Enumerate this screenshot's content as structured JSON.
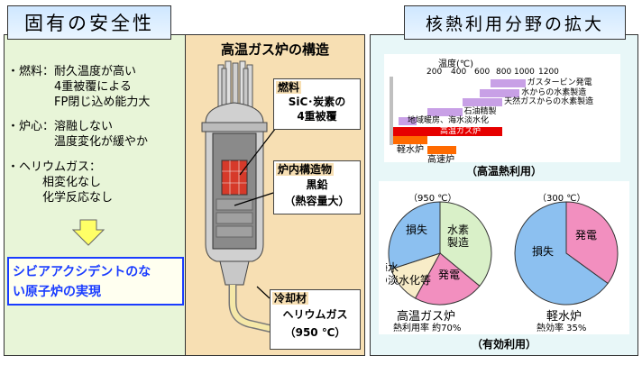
{
  "left": {
    "title": "固有の安全性",
    "bullets": [
      {
        "dot": "・",
        "lines": [
          "燃料：耐久温度が高い",
          "　　　4重被覆による",
          "　　　FP閉じ込め能力大"
        ]
      },
      {
        "dot": "・",
        "lines": [
          "炉心：溶融しない",
          "　　　温度変化が緩やか"
        ]
      },
      {
        "dot": "・",
        "lines": [
          "ヘリウムガス：",
          "　　相変化なし",
          "　　化学反応なし"
        ]
      }
    ],
    "conclusion": [
      "シビアアクシデントのな",
      "い原子炉の実現"
    ]
  },
  "middle": {
    "title": "高温ガス炉の構造",
    "fuel": {
      "caption": "燃料",
      "lines": [
        "SiC･炭素の",
        "4重被覆"
      ]
    },
    "internals": {
      "caption": "炉内構造物",
      "lines": [
        "黒鉛",
        "（熱容量大）"
      ]
    },
    "coolant": {
      "caption": "冷却材",
      "lines": [
        "ヘリウムガス",
        "（950 ℃）"
      ]
    }
  },
  "right": {
    "title": "核熱利用分野の拡大",
    "temp_axis": {
      "label": "温度(℃)",
      "ticks": [
        "200",
        "400",
        "600",
        "800",
        "1000",
        "1200"
      ]
    },
    "usage_bars": [
      {
        "label": "ガスタービン発電",
        "start": 850,
        "end": 1150,
        "color": "#c8a0e6"
      },
      {
        "label": "水からの水素製造",
        "start": 750,
        "end": 1100,
        "color": "#c8a0e6"
      },
      {
        "label": "天然ガスからの水素製造",
        "start": 600,
        "end": 950,
        "color": "#c8a0e6"
      },
      {
        "label": "石油精製",
        "start": 300,
        "end": 600,
        "color": "#c8a0e6"
      },
      {
        "label": "地域暖房、海水淡水化",
        "start": 50,
        "end": 200,
        "color": "#c8a0e6"
      },
      {
        "label": "高温ガス炉",
        "start": 0,
        "end": 950,
        "color": "#e60000"
      },
      {
        "label": "軽水炉",
        "start": 0,
        "end": 300,
        "color": "#ff6a00"
      },
      {
        "label": "高速炉",
        "start": 300,
        "end": 550,
        "color": "#ff6a00"
      }
    ],
    "bars_caption": "（高温熱利用）",
    "htgr_pie": {
      "temp": "（950 ℃）",
      "name": "高温ガス炉",
      "rate": "熱利用率 約70%",
      "slices": [
        {
          "label": "水素製造",
          "value": 36,
          "color": "#d9f0c8"
        },
        {
          "label": "発電",
          "value": 22,
          "color": "#f28fbf"
        },
        {
          "label": "海水の淡水化等",
          "value": 12,
          "color": "#f8ecc8"
        },
        {
          "label": "損失",
          "value": 30,
          "color": "#8cc0f0"
        }
      ]
    },
    "lwr_pie": {
      "temp": "（300 ℃）",
      "name": "軽水炉",
      "rate": "熱効率 35%",
      "slices": [
        {
          "label": "発電",
          "value": 35,
          "color": "#f28fbf"
        },
        {
          "label": "損失",
          "value": 65,
          "color": "#8cc0f0"
        }
      ]
    },
    "pies_caption": "（有効利用）"
  }
}
